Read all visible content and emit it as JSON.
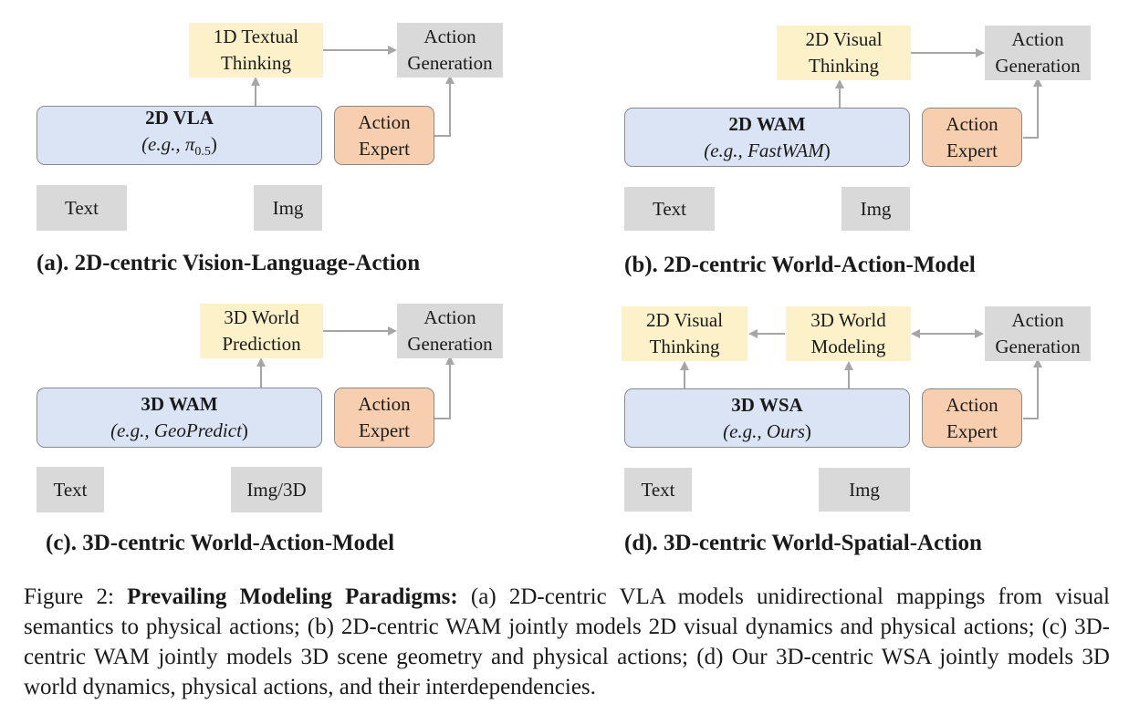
{
  "panel_a": {
    "think": [
      "1D Textual",
      "Thinking"
    ],
    "gen": [
      "Action",
      "Generation"
    ],
    "model_title": "2D VLA",
    "model_sub_prefix": "(e.g., ",
    "model_sub_italic": "π",
    "model_sub_subscript": "0.5",
    "model_sub_suffix": ")",
    "expert": [
      "Action",
      "Expert"
    ],
    "input1": "Text",
    "input2": "Img",
    "caption": "(a). 2D-centric Vision-Language-Action"
  },
  "panel_b": {
    "think": [
      "2D Visual",
      "Thinking"
    ],
    "gen": [
      "Action",
      "Generation"
    ],
    "model_title": "2D WAM",
    "model_sub_prefix": "(e.g., ",
    "model_sub_italic": "FastWAM",
    "model_sub_suffix": ")",
    "expert": [
      "Action",
      "Expert"
    ],
    "input1": "Text",
    "input2": "Img",
    "caption": "(b). 2D-centric World-Action-Model"
  },
  "panel_c": {
    "think": [
      "3D World",
      "Prediction"
    ],
    "gen": [
      "Action",
      "Generation"
    ],
    "model_title": "3D WAM",
    "model_sub_prefix": "(e.g., ",
    "model_sub_italic": "GeoPredict",
    "model_sub_suffix": ")",
    "expert": [
      "Action",
      "Expert"
    ],
    "input1": "Text",
    "input2": "Img/3D",
    "caption": "(c). 3D-centric World-Action-Model"
  },
  "panel_d": {
    "think": [
      "2D Visual",
      "Thinking"
    ],
    "world": [
      "3D World",
      "Modeling"
    ],
    "gen": [
      "Action",
      "Generation"
    ],
    "model_title": "3D WSA",
    "model_sub_prefix": "(e.g., ",
    "model_sub_italic": "Ours",
    "model_sub_suffix": ")",
    "expert": [
      "Action",
      "Expert"
    ],
    "input1": "Text",
    "input2": "Img",
    "caption": "(d). 3D-centric World-Spatial-Action"
  },
  "figure_caption": {
    "label": "Figure 2: ",
    "bold": "Prevailing Modeling Paradigms:",
    "text": " (a) 2D-centric VLA models unidirectional mappings from visual semantics to physical actions; (b) 2D-centric WAM jointly models 2D visual dynamics and physical actions; (c) 3D-centric WAM jointly models 3D scene geometry and physical actions; (d) Our 3D-centric WSA jointly models 3D world dynamics, physical actions, and their interdependencies."
  },
  "colors": {
    "thinking_box": "#fdf1c9",
    "generation_box": "#d9d9d9",
    "expert_box": "#f7cfae",
    "model_box": "#dbe4f4",
    "arrow": "#a6a6a6"
  }
}
